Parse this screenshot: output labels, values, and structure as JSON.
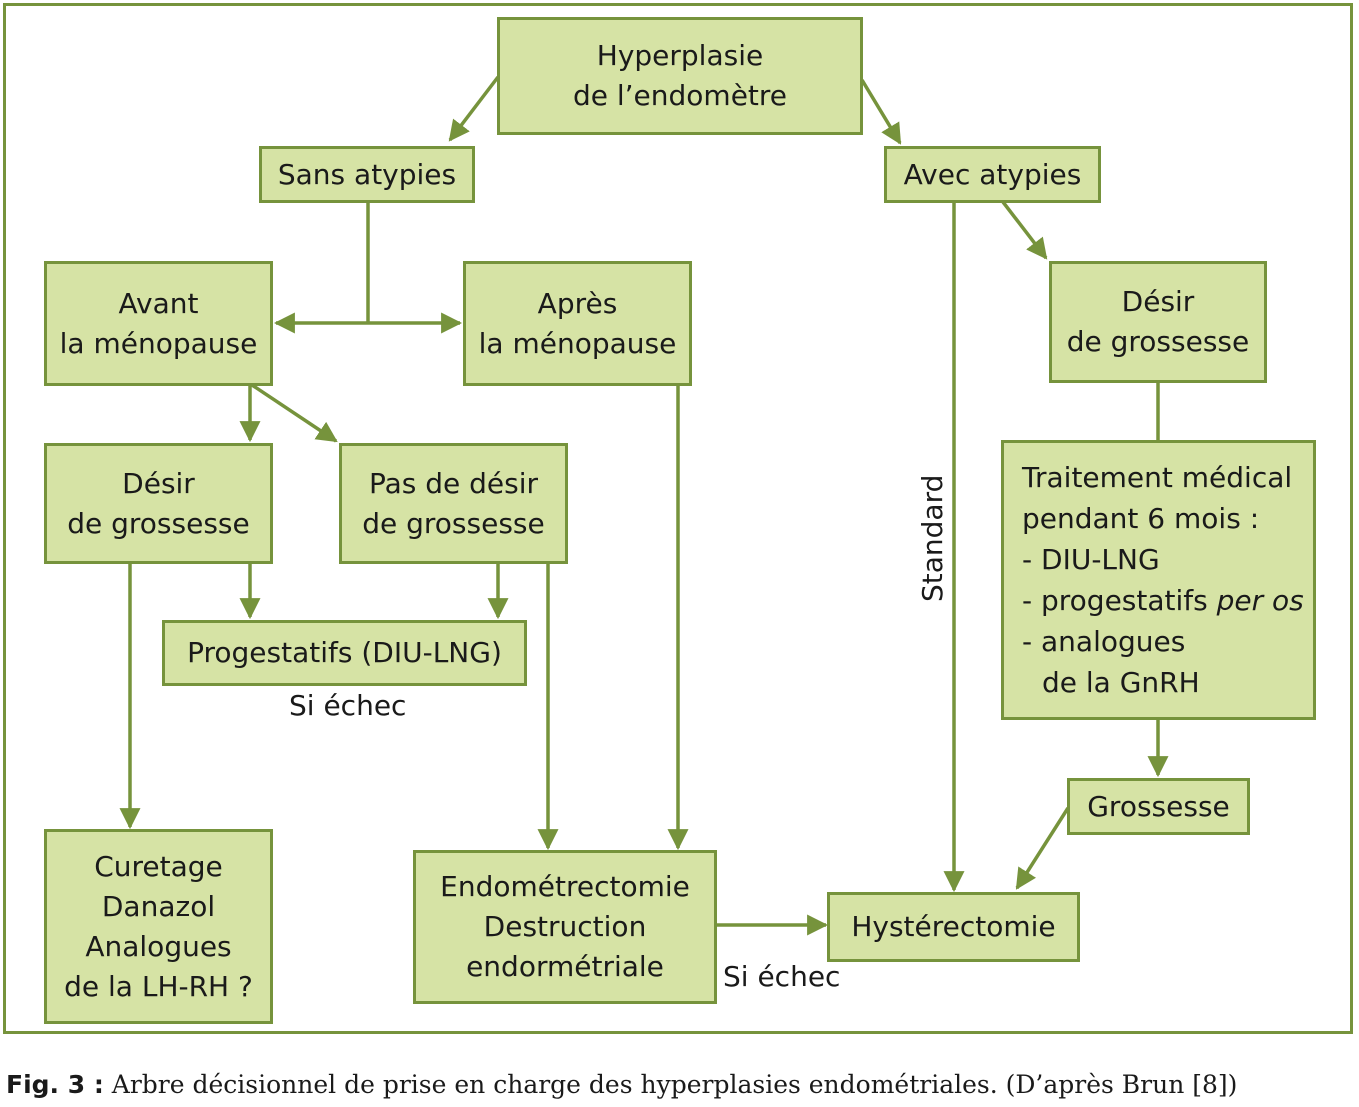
{
  "diagram": {
    "nodes": {
      "root": [
        "Hyperplasie",
        "de l’endomètre"
      ],
      "sans_atypies": [
        "Sans atypies"
      ],
      "avec_atypies": [
        "Avec atypies"
      ],
      "avant_menopause": [
        "Avant",
        "la ménopause"
      ],
      "apres_menopause": [
        "Après",
        "la ménopause"
      ],
      "desir_grossesse_right": [
        "Désir",
        "de grossesse"
      ],
      "desir_grossesse_left": [
        "Désir",
        "de grossesse"
      ],
      "pas_de_desir": [
        "Pas de désir",
        "de grossesse"
      ],
      "progestatifs": [
        "Progestatifs (DIU-LNG)"
      ],
      "traitement": {
        "line1": "Traitement médical",
        "line2": "pendant 6 mois :",
        "item1": "- DIU-LNG",
        "item2_prefix": "- progestatifs ",
        "item2_italic": "per os",
        "item3": "- analogues",
        "item3_cont": "de la GnRH"
      },
      "grossesse": [
        "Grossesse"
      ],
      "curetage": [
        "Curetage",
        "Danazol",
        "Analogues",
        "de la LH-RH ?"
      ],
      "endometrectomie": [
        "Endométrectomie",
        "Destruction",
        "endormétriale"
      ],
      "hysterectomie": [
        "Hystérectomie"
      ]
    },
    "edge_labels": {
      "si_echec_1": "Si échec",
      "si_echec_2": "Si échec",
      "standard": "Standard"
    },
    "colors": {
      "box_fill": "#d6e3a5",
      "box_border": "#76933c",
      "arrow": "#76933c"
    }
  },
  "caption": {
    "label": "Fig. 3 :",
    "text": " Arbre décisionnel de prise en charge des hyperplasies endométriales. (D’après Brun [8])"
  }
}
